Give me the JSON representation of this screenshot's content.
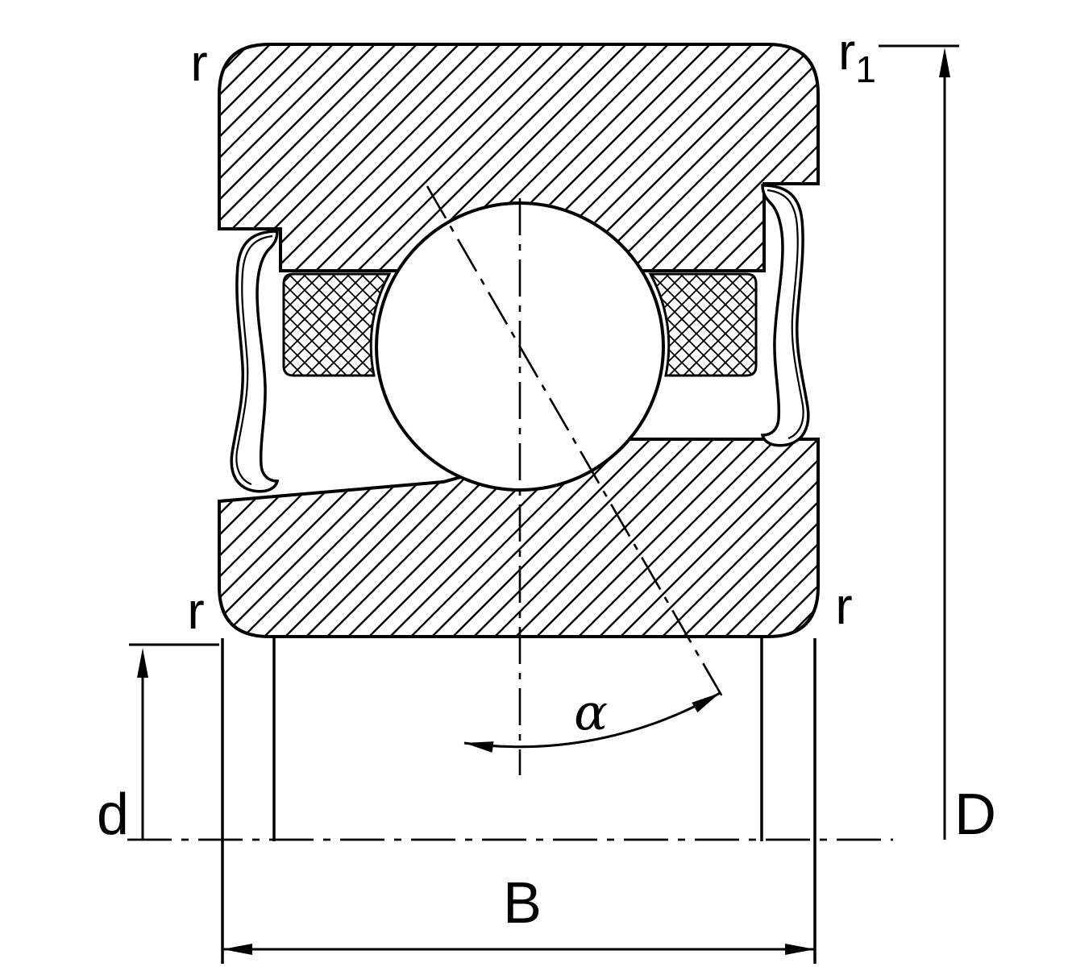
{
  "diagram": {
    "type": "sealed-angular-contact-ball-bearing-cross-section",
    "background": "#ffffff",
    "line_color": "#000000",
    "labels": {
      "r_top_left": "r",
      "r1_base": "r",
      "r1_sub": "1",
      "r_bottom_left": "r",
      "r_bottom_right": "r",
      "bore_diameter": "d",
      "outside_diameter": "D",
      "width": "B",
      "contact_angle": "α"
    }
  }
}
